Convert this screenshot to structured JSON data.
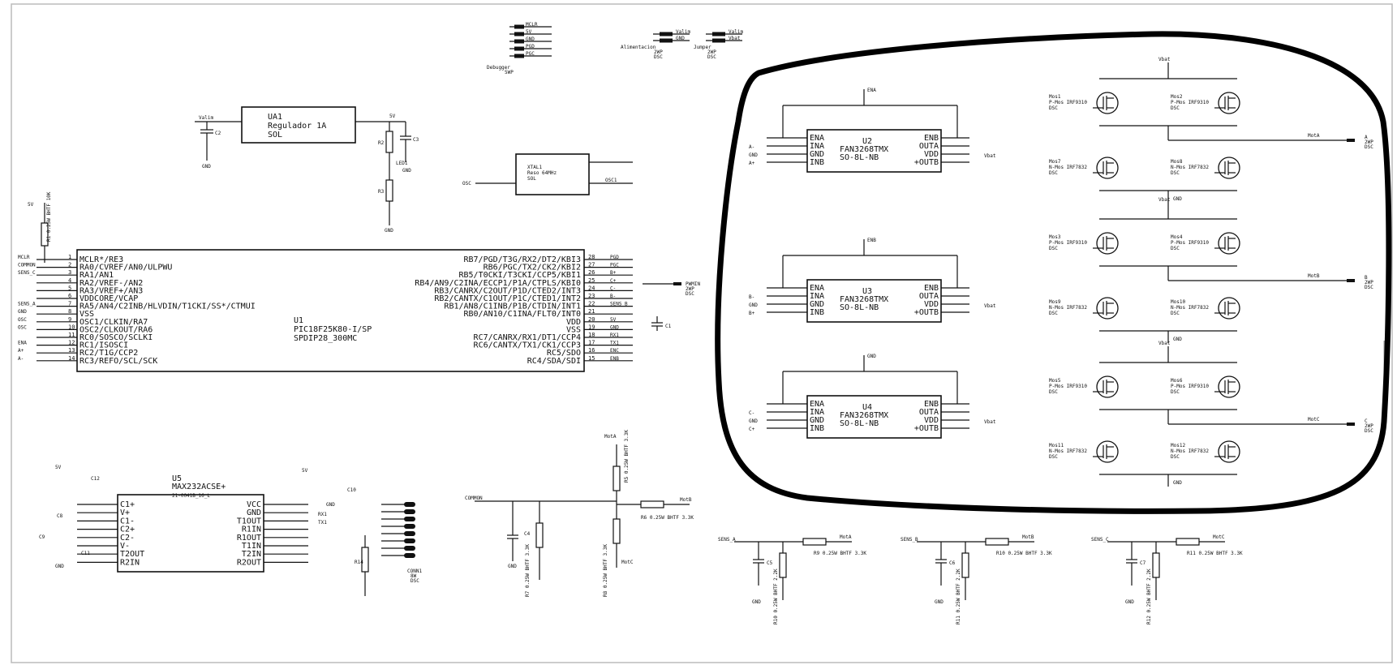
{
  "colors": {
    "ink": "#111111",
    "paper": "#ffffff",
    "sheet_border": "#bbbbbb",
    "marker": "#000000"
  },
  "header": {
    "debugger": [
      "MCLR",
      "5V",
      "GND",
      "PGD",
      "PGC"
    ],
    "debugger_label": "Debugger",
    "debugger_sub": "5WP",
    "alimentacion_pins": [
      "Valim",
      "GND"
    ],
    "alimentacion_label": "Alimentacion",
    "alimentacion_sub1": "2WP",
    "alimentacion_sub2": "DSC",
    "jumper_pins": [
      "Valim",
      "Vbat"
    ],
    "jumper_label": "Jumper",
    "jumper_sub1": "2WP",
    "jumper_sub2": "DSC"
  },
  "regulator": {
    "ref": "UA1",
    "line2": "Regulador 1A",
    "line3": "SOL",
    "in_net": "Valim",
    "out_net": "5V",
    "gnd": "GND",
    "c1": "C2",
    "c2": "C3",
    "r1": "R2",
    "r2": "R3",
    "led": "LED1"
  },
  "crystal": {
    "ref": "XTAL1",
    "line2": "Reso 64MHz",
    "line3": "SOL",
    "left_net": "OSC",
    "right_net": "OSC1"
  },
  "mcu": {
    "ref": "U1",
    "part": "PIC18F25K80-I/SP",
    "package": "SPDIP28_300MC",
    "left_pins": [
      {
        "num": "1",
        "name": "MCLR*/RE3",
        "net": "MCLR"
      },
      {
        "num": "2",
        "name": "RA0/CVREF/AN0/ULPWU",
        "net": "COMMON"
      },
      {
        "num": "3",
        "name": "RA1/AN1",
        "net": "SENS_C"
      },
      {
        "num": "4",
        "name": "RA2/VREF-/AN2",
        "net": ""
      },
      {
        "num": "5",
        "name": "RA3/VREF+/AN3",
        "net": ""
      },
      {
        "num": "6",
        "name": "VDDCORE/VCAP",
        "net": ""
      },
      {
        "num": "7",
        "name": "RA5/AN4/C2INB/HLVDIN/T1CKI/SS*/CTMUI",
        "net": "SENS_A"
      },
      {
        "num": "8",
        "name": "VSS",
        "net": "GND"
      },
      {
        "num": "9",
        "name": "OSC1/CLKIN/RA7",
        "net": "OSC"
      },
      {
        "num": "10",
        "name": "OSC2/CLKOUT/RA6",
        "net": "OSC"
      },
      {
        "num": "11",
        "name": "RC0/SOSCO/SCLKI",
        "net": ""
      },
      {
        "num": "12",
        "name": "RC1/ISOSCI",
        "net": "ENA"
      },
      {
        "num": "13",
        "name": "RC2/T1G/CCP2",
        "net": "A+"
      },
      {
        "num": "14",
        "name": "RC3/REFO/SCL/SCK",
        "net": "A-"
      }
    ],
    "right_pins": [
      {
        "num": "28",
        "name": "RB7/PGD/T3G/RX2/DT2/KBI3",
        "net": "PGD"
      },
      {
        "num": "27",
        "name": "RB6/PGC/TX2/CK2/KBI2",
        "net": "PGC"
      },
      {
        "num": "26",
        "name": "RB5/T0CKI/T3CKI/CCP5/KBI1",
        "net": "B+"
      },
      {
        "num": "25",
        "name": "RB4/AN9/C2INA/ECCP1/P1A/CTPLS/KBI0",
        "net": "C+"
      },
      {
        "num": "24",
        "name": "RB3/CANRX/C2OUT/P1D/CTED2/INT3",
        "net": "C-"
      },
      {
        "num": "23",
        "name": "RB2/CANTX/C1OUT/P1C/CTED1/INT2",
        "net": "B-"
      },
      {
        "num": "22",
        "name": "RB1/AN8/C1INB/P1B/CTDIN/INT1",
        "net": "SENS_B"
      },
      {
        "num": "21",
        "name": "RB0/AN10/C1INA/FLT0/INT0",
        "net": ""
      },
      {
        "num": "20",
        "name": "VDD",
        "net": "5V"
      },
      {
        "num": "19",
        "name": "VSS",
        "net": "GND"
      },
      {
        "num": "18",
        "name": "RC7/CANRX/RX1/DT1/CCP4",
        "net": "RX1"
      },
      {
        "num": "17",
        "name": "RC6/CANTX/TX1/CK1/CCP3",
        "net": "TX1"
      },
      {
        "num": "16",
        "name": "RC5/SDO",
        "net": "ENC"
      },
      {
        "num": "15",
        "name": "RC4/SDA/SDI",
        "net": "ENB"
      }
    ],
    "pullup": "R1 0.25W BHTF 10K",
    "pwmin": "PWMIN",
    "pwmin_sub1": "2WP",
    "pwmin_sub2": "DSC",
    "cap": "C1"
  },
  "max232": {
    "ref": "U5",
    "part": "MAX232ACSE+",
    "package": "21-0041B_16_L",
    "left_pins": [
      "C1+",
      "V+",
      "C1-",
      "C2+",
      "C2-",
      "V-",
      "T2OUT",
      "R2IN"
    ],
    "right_pins": [
      "VCC",
      "GND",
      "T1OUT",
      "R1IN",
      "R1OUT",
      "T1IN",
      "T2IN",
      "R2OUT"
    ],
    "caps": [
      "C12",
      "C8",
      "C9",
      "C11",
      "C10"
    ],
    "rx": "RX1",
    "tx": "TX1",
    "gnd": "GND",
    "vcc": "5V",
    "r14": "R14",
    "conn": "CONN1",
    "conn_sub1": "8W",
    "conn_sub2": "DSC"
  },
  "drivers": [
    {
      "ref": "U2",
      "part": "FAN3268TMX",
      "pkg": "SO-8L-NB",
      "en": "ENA",
      "in_p": "A-",
      "in_m": "A+",
      "gnd": "GND"
    },
    {
      "ref": "U3",
      "part": "FAN3268TMX",
      "pkg": "SO-8L-NB",
      "en": "ENB",
      "in_p": "B-",
      "in_m": "B+",
      "gnd": "GND"
    },
    {
      "ref": "U4",
      "part": "FAN3268TMX",
      "pkg": "SO-8L-NB",
      "en": "GND",
      "in_p": "C-",
      "in_m": "C+",
      "gnd": "GND"
    }
  ],
  "driver_pins_left": [
    "ENA",
    "INA",
    "GND",
    "INB"
  ],
  "driver_pins_right": [
    "ENB",
    "OUTA",
    "VDD",
    "+OUTB"
  ],
  "vbat": "Vbat",
  "bridges": [
    {
      "pa": "Mos1",
      "pb": "Mos2",
      "na": "Mos7",
      "nb": "Mos8",
      "out": "MotA",
      "conn": "A",
      "conn_sub1": "2WP",
      "conn_sub2": "DSC"
    },
    {
      "pa": "Mos3",
      "pb": "Mos4",
      "na": "Mos9",
      "nb": "Mos10",
      "out": "MotB",
      "conn": "B",
      "conn_sub1": "2WP",
      "conn_sub2": "DSC"
    },
    {
      "pa": "Mos5",
      "pb": "Mos6",
      "na": "Mos11",
      "nb": "Mos12",
      "out": "MotC",
      "conn": "C",
      "conn_sub1": "2WP",
      "conn_sub2": "DSC"
    }
  ],
  "mosfet": {
    "p_type": "P-Mos IRF9310",
    "n_type": "N-Mos IRF7832",
    "pkg": "DSC"
  },
  "sense": {
    "common": "COMMON",
    "ra": "R5 0.25W BHTF 3.3K",
    "rb": "R6 0.25W BHTF 3.3K",
    "rc": "R7 0.25W BHTF 3.3K",
    "rd": "R8 0.25W BHTF 3.3K",
    "c4": "C4",
    "mota": "MotA",
    "motb": "MotB",
    "motc": "MotC",
    "gnd": "GND"
  },
  "filters": [
    {
      "sens": "SENS_A",
      "r": "R9 0.25W BHTF 3.3K",
      "c": "C5",
      "r2": "R10 0.25W BHTF 2.2K",
      "mot": "MotA"
    },
    {
      "sens": "SENS_B",
      "r": "R10 0.25W BHTF 3.3K",
      "c": "C6",
      "r2": "R11 0.25W BHTF 2.2K",
      "mot": "MotB"
    },
    {
      "sens": "SENS_C",
      "r": "R11 0.25W BHTF 3.3K",
      "c": "C7",
      "r2": "R12 0.25W BHTF 2.2K",
      "mot": "MotC"
    }
  ]
}
